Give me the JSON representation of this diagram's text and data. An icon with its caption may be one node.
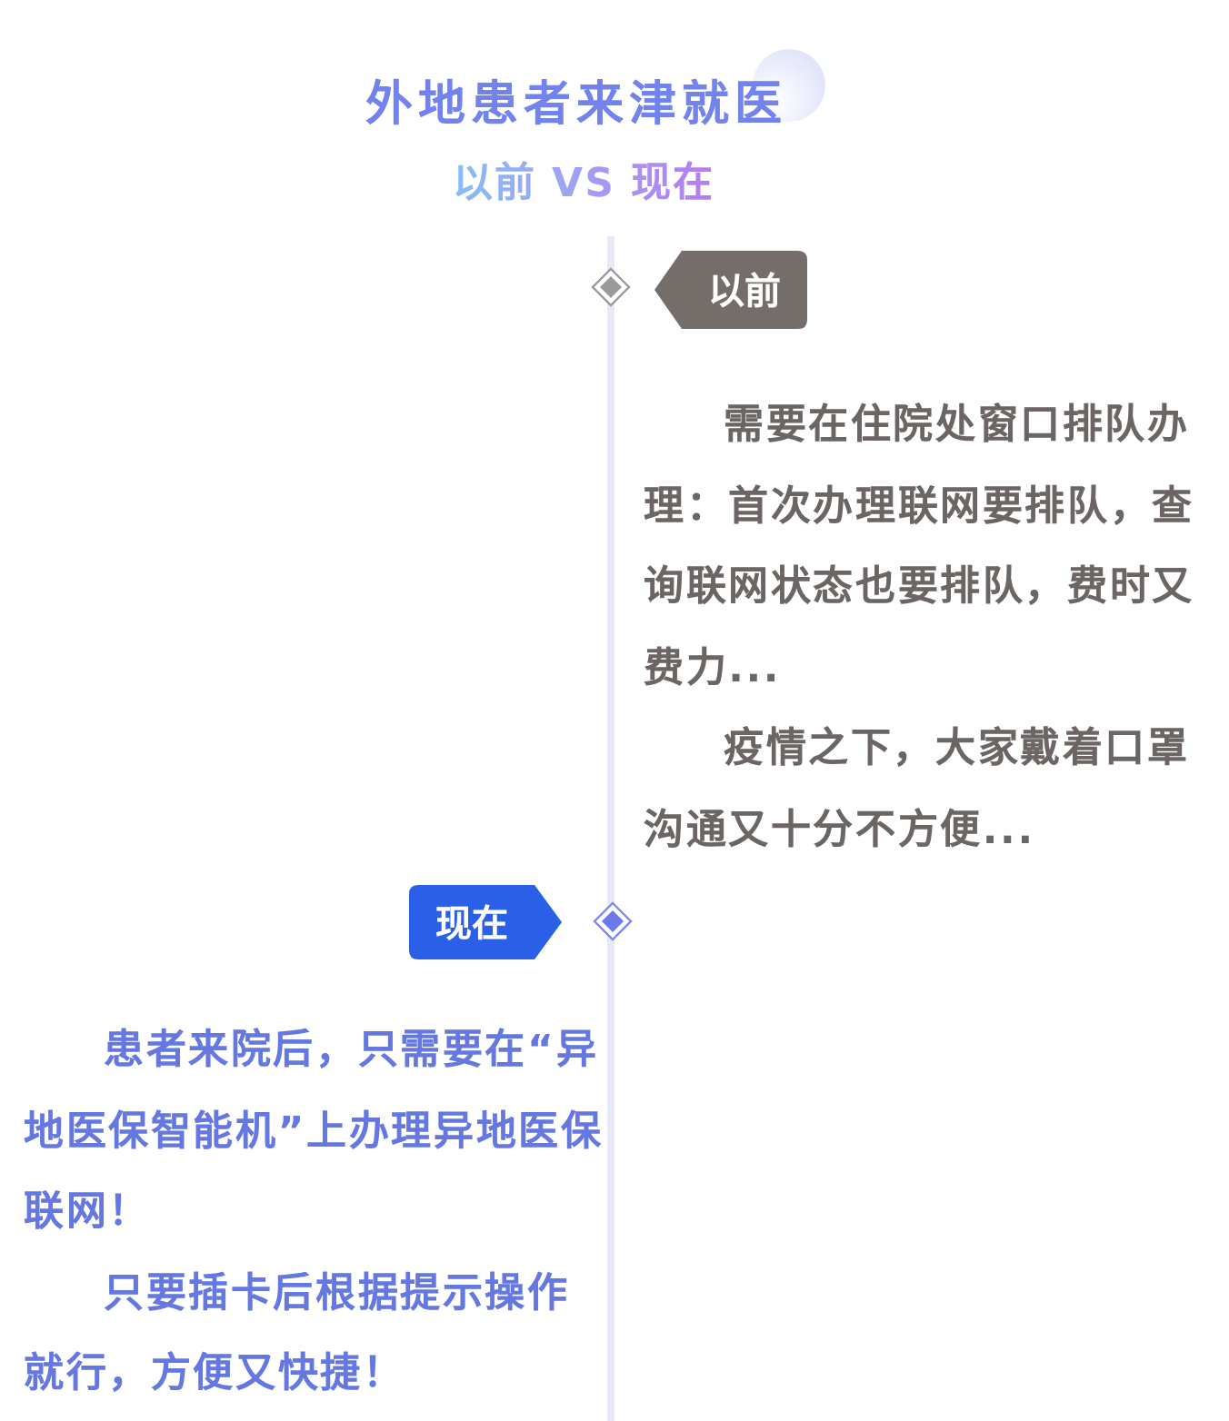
{
  "diagram": {
    "title": "外地患者来津就医",
    "nodes": [
      {
        "text": [
          "以前"
        ],
        "beside": [
          "需要在住院处窗口排队办理：首次办理联网要排队，查询联网状态也要排队，费时又费力...",
          "疫情之下，大家戴着口罩沟通又十分不方便..."
        ]
      },
      {
        "text": [
          "现在"
        ],
        "beside": [
          "患者来院后，只需要在“异地医保智能机”上办理异地医保联网！",
          "只要插卡后根据提示操作就行，方便又快捷！"
        ]
      }
    ],
    "labels": [
      "以前 VS 现在"
    ]
  }
}
